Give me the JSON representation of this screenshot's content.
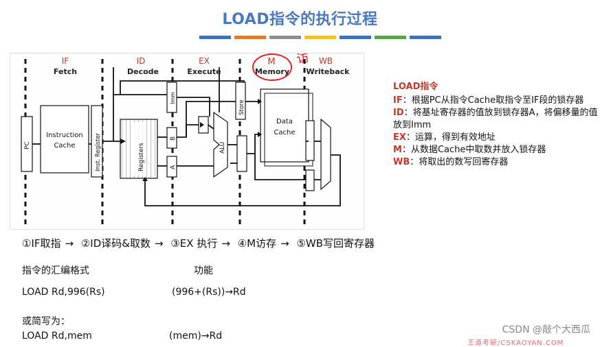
{
  "title": "LOAD指令的执行过程",
  "stripe_colors": [
    "#3f6fb8",
    "#e07b32",
    "#8d8d8d",
    "#f2c12e",
    "#3f6fb8",
    "#5aa14e",
    "#3f6fb8"
  ],
  "stages": [
    {
      "abbr": "IF",
      "name": "Fetch"
    },
    {
      "abbr": "ID",
      "name": "Decode"
    },
    {
      "abbr": "EX",
      "name": "Execute"
    },
    {
      "abbr": "M",
      "name": "Memory"
    },
    {
      "abbr": "WB",
      "name": "Writeback"
    }
  ],
  "handwritten_mark": "访",
  "blocks": {
    "pc": "PC",
    "instruction_cache_line1": "Instruction",
    "instruction_cache_line2": "Cache",
    "inst_register": "Inst. Register",
    "registers": "Registers",
    "imm": "Imm",
    "reg_a": "A",
    "reg_b": "B",
    "alu": "ALU",
    "store": "Store",
    "data_cache_line1": "Data",
    "data_cache_line2": "Cache"
  },
  "description": {
    "heading": "LOAD指令",
    "items": [
      {
        "key": "IF",
        "text": "：根据PC从指令Cache取指令至IF段的锁存器"
      },
      {
        "key": "ID",
        "text": "：将基址寄存器的值放到锁存器A，将偏移量的值放到Imm"
      },
      {
        "key": "EX",
        "text": "：运算，得到有效地址"
      },
      {
        "key": "M",
        "text": "：从数据Cache中取数并放入锁存器"
      },
      {
        "key": "WB",
        "text": "：将取出的数写回寄存器"
      }
    ]
  },
  "steps": [
    "①IF取指",
    "②ID译码&取数",
    "③EX 执行",
    "④M访存",
    "⑤WB写回寄存器"
  ],
  "steps_arrow": "→",
  "assembly": {
    "format_label": "指令的汇编格式",
    "function_label": "功能",
    "instr": "LOAD  Rd,996(Rs)",
    "instr_function": "(996+(Rs))→Rd",
    "short_label": "或简写为：",
    "short_instr": "LOAD  Rd,mem",
    "short_function": "(mem)→Rd"
  },
  "watermark": "CSDN @敲个大西瓜",
  "watermark_small": "王道考研/CSKAOYAN.COM"
}
